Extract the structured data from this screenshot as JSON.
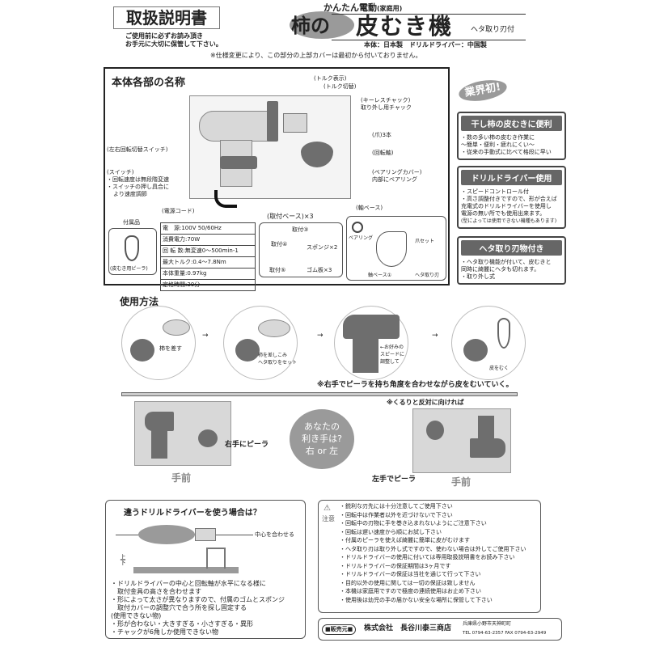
{
  "header": {
    "doc_title": "取扱説明書",
    "read_note": [
      "ご使用前に必ずお読み頂き",
      "お手元に大切に保管して下さい。"
    ],
    "product_kicker": "かんたん電動",
    "product_kicker_sub": "(家庭用)",
    "product_name_a": "柿の",
    "product_name_b": "皮むき機",
    "product_suffix": "ヘタ取り刃付",
    "origin": "本体：日本製　ドリルドライバー：中国製",
    "spec_change_note": "※仕様変更により、この部分の上部カバーは最初から付いておりません。"
  },
  "parts": {
    "title": "本体各部の名称",
    "labels": {
      "torque_display": "(トルク表示)",
      "torque_switch": "(トルク切替)",
      "keyless_chuck": "(キーレスチャック)",
      "keyless_chuck_sub": "取り外し用チャック",
      "claws": "(爪)3本",
      "rotation_switch": "(左右回転切替スイッチ)",
      "rotary_shaft": "(回転軸)",
      "switch": "(スイッチ)",
      "switch_notes": [
        "・回転速度は無段階変速",
        "・スイッチの押し具合に",
        "より速度調節"
      ],
      "bearing_cover": "(ベアリングカバー)",
      "bearing_cover_sub": "内部にベアリング",
      "shaft_base": "(軸ベース)",
      "power_cord": "(電源コード)",
      "mount_base": "(取付ベース)×3"
    },
    "accessory_title": "付属品",
    "accessory_label": "(皮むき用ピーラ)",
    "specs": [
      "電　源:100V 50/60Hz",
      "消費電力:70W",
      "回 転 数:無変速0～500min-1",
      "最大トルク:0.4～7.8Nm",
      "本体重量:0.97kg",
      "定格時間:30分"
    ],
    "mount_items": {
      "m3": "取付③",
      "m4": "取付④",
      "m5": "取付⑤",
      "sponge": "スポンジ×2",
      "rubber": "ゴム板×3"
    },
    "shaft_items": {
      "bearing": "ベアリング",
      "claw_set": "爪セット",
      "shaft_base1": "軸ベース①",
      "heta_blade": "ヘタ取り刃"
    }
  },
  "features": {
    "badge": "業界初!",
    "items": [
      {
        "title": "干し柿の皮むきに便利",
        "lines": [
          "・数の多い柿の皮むき作業に",
          "～簡単・便利・疲れにくい～",
          "・従来の手動式に比べて格段に早い"
        ]
      },
      {
        "title": "ドリルドライバー使用",
        "lines": [
          "・スピードコントロール付",
          "・高さ調整付きですので、形が合えば",
          "充電式のドリルドライバーを使用し",
          "電源の無い所でも使用出来ます。",
          "(型によっては使用できない機種もあります)"
        ]
      },
      {
        "title": "ヘタ取り刃物付き",
        "lines": [
          "・ヘタ取り機能が付いて、皮むきと",
          "同時に綺麗にヘタも切れます。",
          "・取り外し式"
        ]
      }
    ]
  },
  "usage": {
    "title": "使用方法",
    "steps": [
      "柿を差す",
      "柿を差しこみ\nヘタ取りをセット",
      "←お好みの\nスピードに\n調整して",
      "皮をむく"
    ],
    "arrow": "→",
    "note": "※右手でピーラを持ち角度を合わせながら皮をむいていく。"
  },
  "hand": {
    "right_label": "右手にピーラ",
    "front": "手前",
    "bubble": [
      "あなたの",
      "利き手は?",
      "右 or 左"
    ],
    "reverse_note": "※くるりと反対に向ければ",
    "left_label": "左手でピーラ"
  },
  "other_driver": {
    "title": "違うドリルドライバーを使う場合は？",
    "center_label": "中心を合わせる",
    "updown": "上下",
    "lines": [
      "・ドリルドライバーの中心と回転軸が水平になる様に",
      "　取付金具の高さを合わせます",
      "・形によって太さが異なりますので、付属のゴムとスポンジ",
      "　取付カバーの調整穴で合う所を探し固定する",
      "(使用できない物)",
      "・形が合わない・大きすぎる・小さすぎる・異形",
      "・チャックが6角しか使用できない物"
    ]
  },
  "caution": {
    "label": "注意",
    "items": [
      "・鋭利な刃先には十分注意してご使用下さい",
      "・回転中は作業者以外を近づけないで下さい",
      "・回転中の刃物に手を巻き込まれないようにご注意下さい",
      "・回転は遅い速度から順にお試し下さい",
      "・付属のピーラを使えば綺麗に簡単に皮がむけます",
      "・ヘタ取り刃は取り外し式ですので、使わない場合は外してご使用下さい",
      "・ドリルドライバーの使用に付いては専用取扱説明書をお読み下さい",
      "・ドリルドライバーの保証期間は3ヶ月です",
      "・ドリルドライバーの保証は当社を通じて行って下さい",
      "・目的以外の使用に関しては一切の保証は致しません",
      "・本機は家庭用ですので極度の連続使用はお止め下さい",
      "・使用後は幼児の手の届かない安全な場所に保管して下さい"
    ]
  },
  "seller": {
    "badge": "■販売元■",
    "company": "株式会社　長谷川泰三商店",
    "address": "兵庫県小野市天神町町",
    "phone": "TEL 0794-63-2357 FAX 0794-63-2949"
  }
}
